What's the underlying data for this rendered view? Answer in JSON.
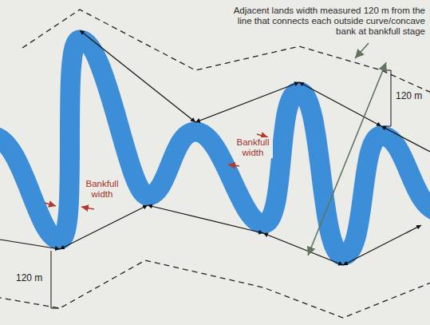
{
  "diagram": {
    "labels": [
      "Adjacent lands width measured 120 m from the line that connects each outside curve/concave bank at bankfull stage",
      "120 m",
      "Bankfull width",
      "Bankfull width",
      "120 m"
    ]
  }
}
